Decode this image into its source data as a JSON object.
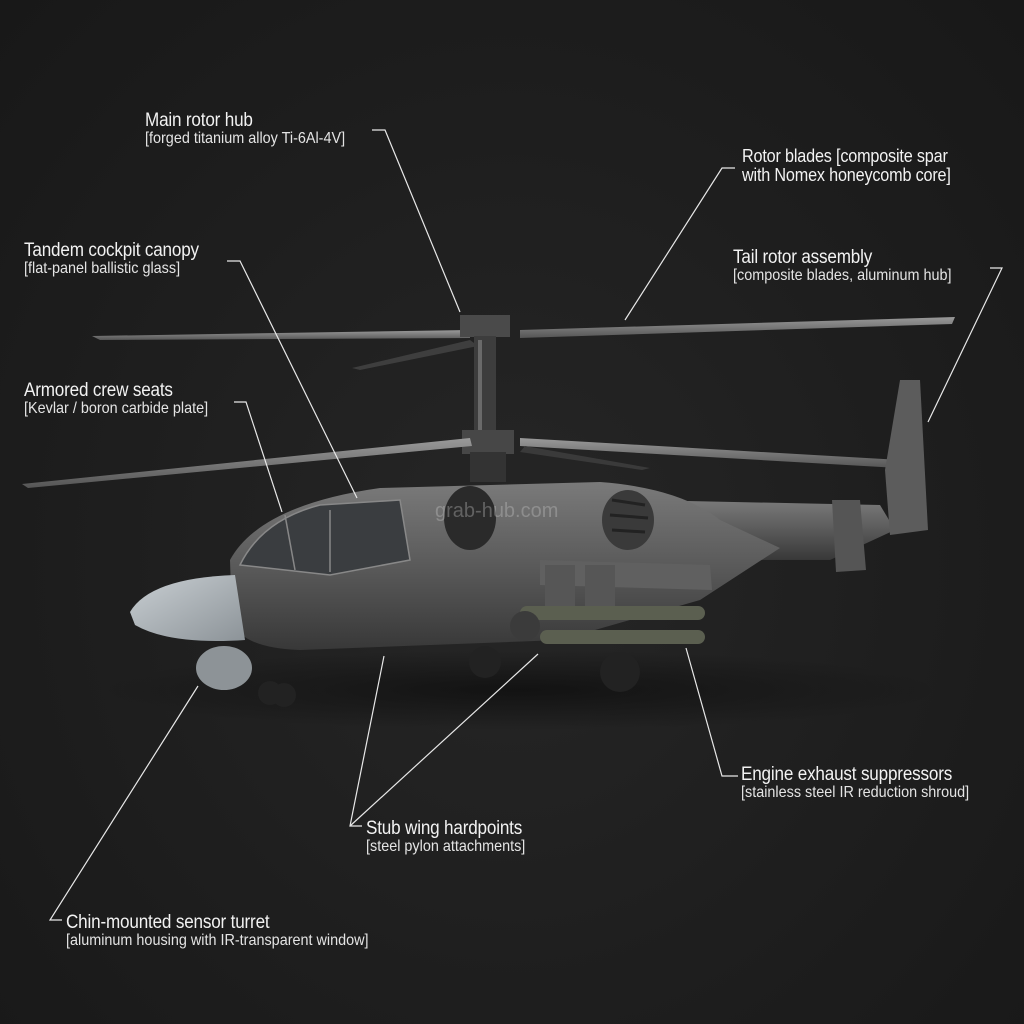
{
  "diagram": {
    "subject": "Attack helicopter (coaxial rotor) exploded material callouts",
    "watermark": "grab-hub.com",
    "background_color": "#1d1d1d",
    "label_color": "#f2f2f2",
    "callouts": [
      {
        "id": "main-rotor-hub",
        "title": "Main rotor hub",
        "material": "[forged titanium alloy Ti-6Al-4V]"
      },
      {
        "id": "rotor-blades",
        "title": "Rotor blades [composite spar",
        "material": "with Nomex honeycomb core]"
      },
      {
        "id": "tandem-cockpit-canopy",
        "title": "Tandem cockpit canopy",
        "material": "[flat-panel ballistic glass]"
      },
      {
        "id": "tail-rotor-assembly",
        "title": "Tail rotor assembly",
        "material": "[composite blades, aluminum hub]"
      },
      {
        "id": "armored-crew-seats",
        "title": "Armored crew seats",
        "material": "[Kevlar / boron carbide plate]"
      },
      {
        "id": "engine-exhaust-suppressors",
        "title": "Engine exhaust suppressors",
        "material": "[stainless steel IR reduction shroud]"
      },
      {
        "id": "stub-wing-hardpoints",
        "title": "Stub wing hardpoints",
        "material": "[steel pylon attachments]"
      },
      {
        "id": "chin-mounted-sensor-turret",
        "title": "Chin-mounted sensor turret",
        "material": "[aluminum housing with IR-transparent window]"
      }
    ]
  }
}
